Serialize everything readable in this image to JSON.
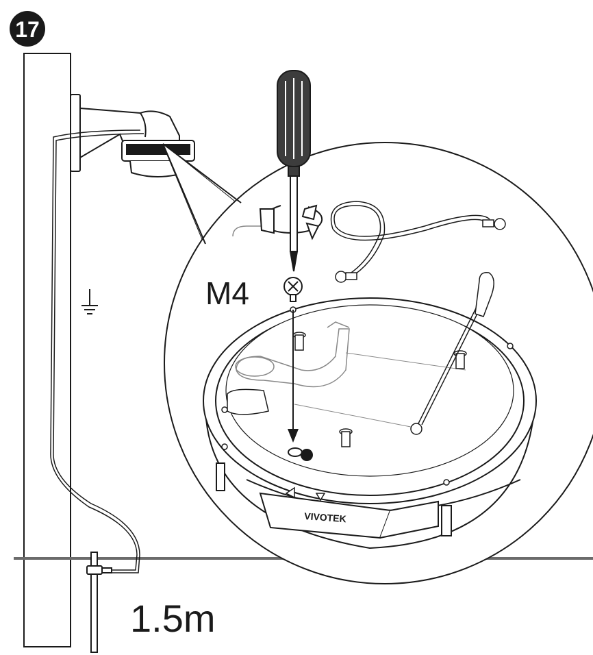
{
  "step": {
    "number": "17"
  },
  "labels": {
    "screw_size": "M4",
    "distance": "1.5m",
    "brand": "VIVOTEK"
  },
  "icons": {
    "step_badge": "step-number-badge",
    "ground": "ground-symbol-icon",
    "rotation": "rotate-clockwise-icon",
    "screwdriver": "screwdriver-icon",
    "screw": "phillips-screw-icon",
    "cable": "grounding-cable-icon",
    "ground_rod": "ground-rod-icon",
    "camera": "dome-camera-icon"
  },
  "colors": {
    "ink": "#1a1a1a",
    "handle": "#3d3d3d",
    "ground_line": "#6b6b6b",
    "paper": "#ffffff"
  }
}
